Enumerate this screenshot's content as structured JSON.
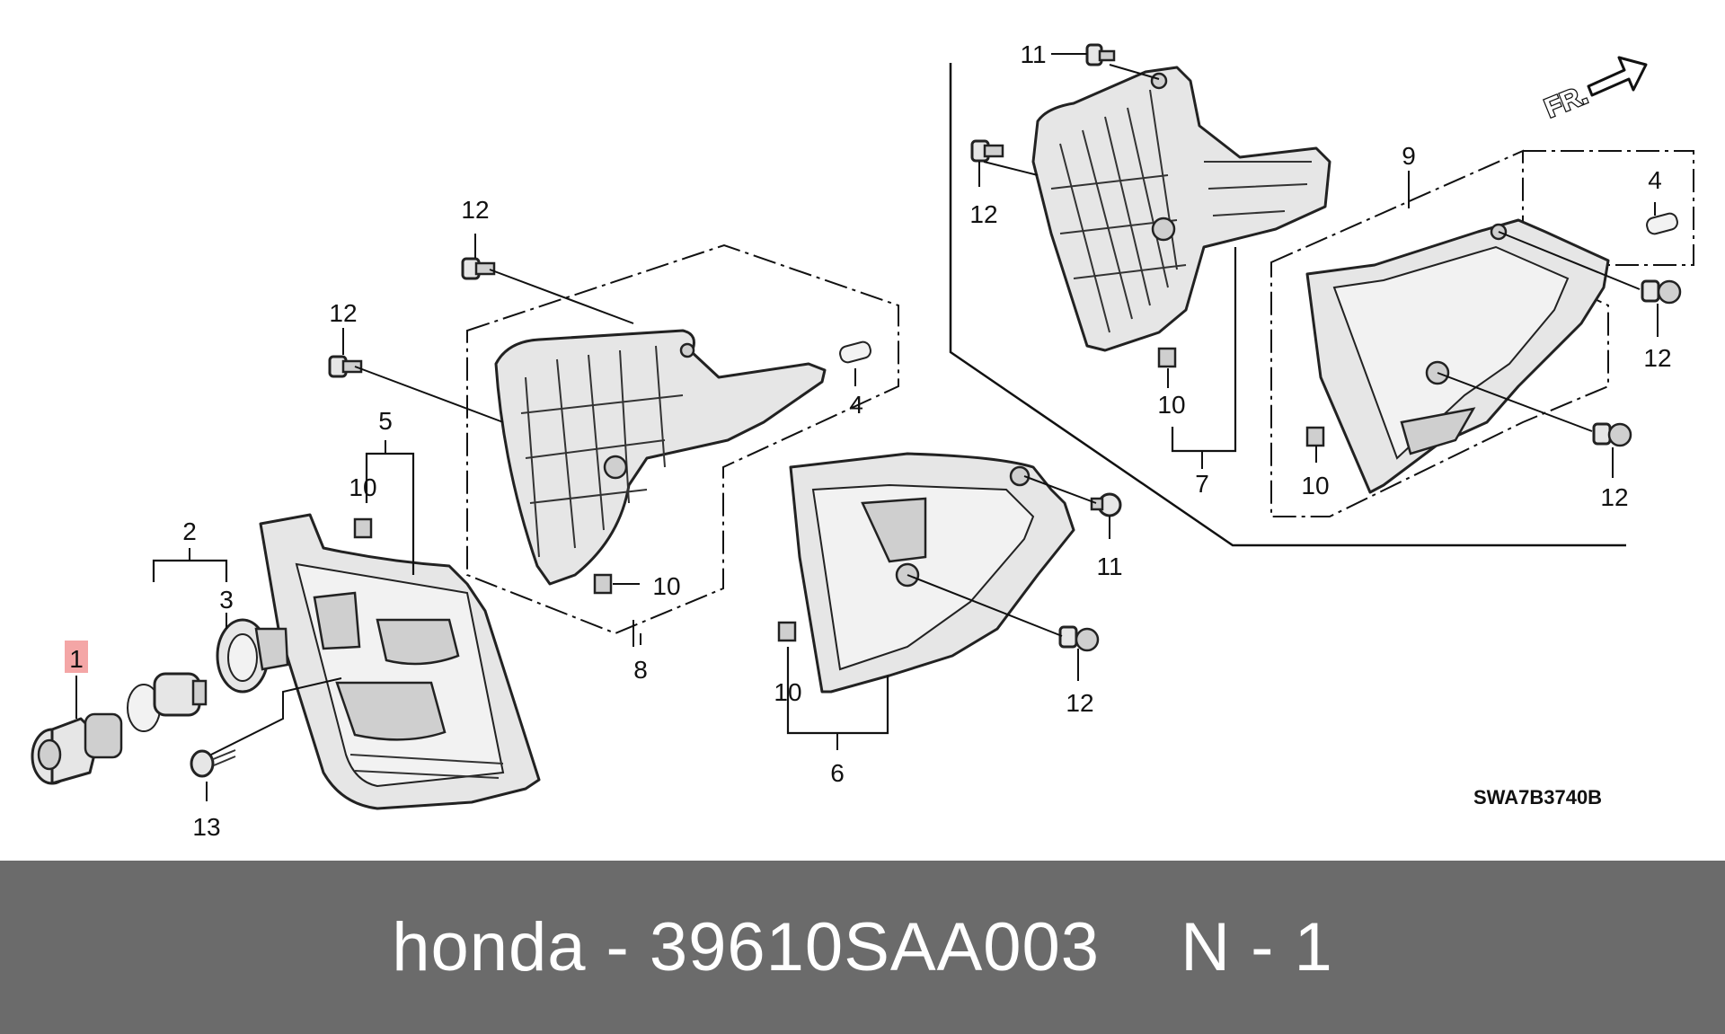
{
  "diagram": {
    "callouts": {
      "c1": "1",
      "c2": "2",
      "c3": "3",
      "c4a": "4",
      "c4b": "4",
      "c5": "5",
      "c6": "6",
      "c7": "7",
      "c8": "8",
      "c9": "9",
      "c10a": "10",
      "c10b": "10",
      "c10c": "10",
      "c10d": "10",
      "c10e": "10",
      "c11a": "11",
      "c11b": "11",
      "c12a": "12",
      "c12b": "12",
      "c12c": "12",
      "c12d": "12",
      "c12e": "12",
      "c12f": "12",
      "c13": "13"
    },
    "direction_label": "FR.",
    "diagram_code": "SWA7B3740B",
    "highlight_color": "#f4a6a6"
  },
  "footer": {
    "brand": "honda",
    "separator": "-",
    "part_number": "39610SAA003",
    "note": "N - 1",
    "background": "#6b6b6b"
  }
}
